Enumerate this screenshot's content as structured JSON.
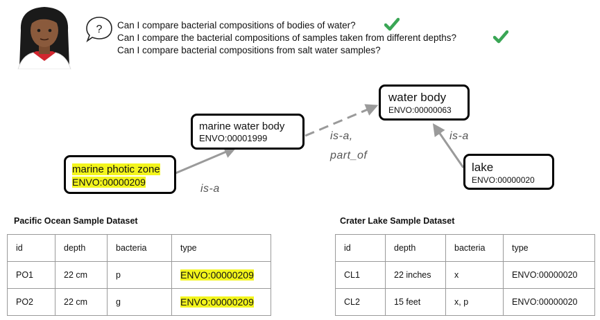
{
  "questions": [
    {
      "text": "Can I compare bacterial compositions of bodies of water?",
      "answered": true
    },
    {
      "text": "Can I compare the bacterial compositions of samples taken from different depths?",
      "answered": true
    },
    {
      "text": "Can I compare bacterial compositions from salt water samples?",
      "answered": false
    }
  ],
  "speech_bubble_symbol": "?",
  "nodes": {
    "water_body": {
      "label": "water body",
      "id": "ENVO:00000063"
    },
    "marine_water_body": {
      "label": "marine water body",
      "id": "ENVO:00001999"
    },
    "marine_photic_zone": {
      "label": "marine photic zone",
      "id": "ENVO:00000209"
    },
    "lake": {
      "label": "lake",
      "id": "ENVO:00000020"
    }
  },
  "edges": {
    "photic_to_marine": "is-a",
    "marine_to_water": [
      "is-a,",
      "part_of"
    ],
    "lake_to_water": "is-a"
  },
  "tables": {
    "pacific": {
      "title": "Pacific Ocean Sample Dataset",
      "headers": [
        "id",
        "depth",
        "bacteria",
        "type"
      ],
      "rows": [
        [
          "PO1",
          "22 cm",
          "p",
          "ENVO:00000209"
        ],
        [
          "PO2",
          "22 cm",
          "g",
          "ENVO:00000209"
        ]
      ]
    },
    "crater": {
      "title": "Crater Lake Sample Dataset",
      "headers": [
        "id",
        "depth",
        "bacteria",
        "type"
      ],
      "rows": [
        [
          "CL1",
          "22 inches",
          "x",
          "ENVO:00000020"
        ],
        [
          "CL2",
          "15 feet",
          "x, p",
          "ENVO:00000020"
        ]
      ]
    }
  },
  "colors": {
    "highlight": "#f3f51c",
    "check": "#3aa655",
    "edge": "#9a9a9a",
    "skin": "#8a5a3c",
    "hair": "#1a1a1a",
    "shirt": "#d1262f"
  },
  "icons": [
    "person-avatar-icon",
    "speech-bubble-icon",
    "checkmark-icon"
  ]
}
